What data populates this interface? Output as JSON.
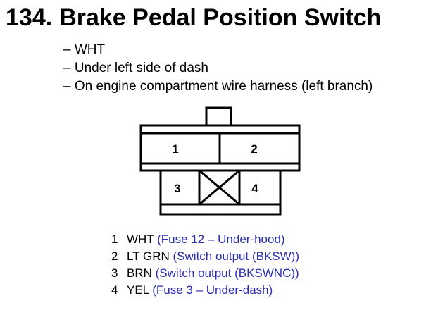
{
  "header": {
    "number": "134.",
    "title": "Brake Pedal Position Switch"
  },
  "details": [
    "– WHT",
    "– Under left side of dash",
    "– On engine compartment wire harness (left branch)"
  ],
  "connector": {
    "terminals": [
      "1",
      "2",
      "3",
      "4"
    ]
  },
  "pins": [
    {
      "num": "1",
      "wire": "WHT",
      "desc": "(Fuse 12 – Under-hood)"
    },
    {
      "num": "2",
      "wire": "LT GRN",
      "desc": "(Switch output (BKSW))"
    },
    {
      "num": "3",
      "wire": "BRN",
      "desc": "(Switch output (BKSWNC))"
    },
    {
      "num": "4",
      "wire": "YEL",
      "desc": "(Fuse 3 – Under-dash)"
    }
  ],
  "colors": {
    "description_text": "#2b2bb8",
    "outline": "#000000"
  }
}
